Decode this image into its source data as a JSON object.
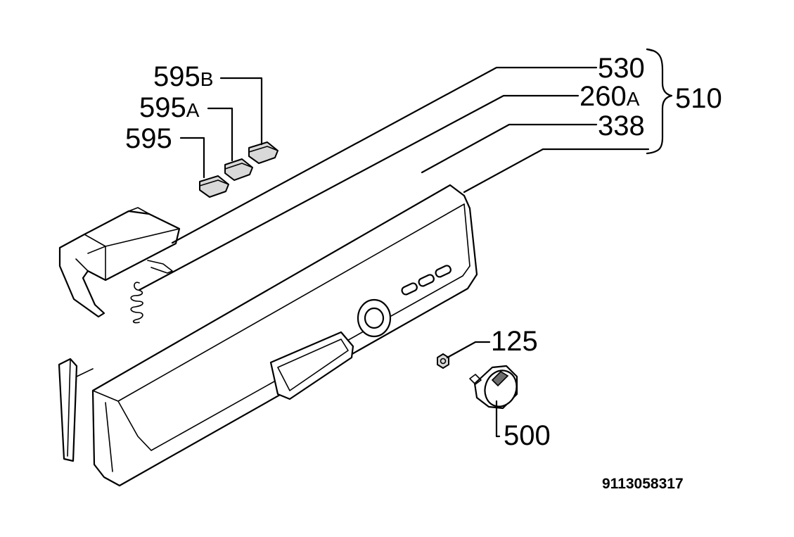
{
  "labels": {
    "p530": "530",
    "p260": "260",
    "p260_suffix": "A",
    "p338": "338",
    "p510": "510",
    "p595B": "595",
    "p595B_suffix": "B",
    "p595A": "595",
    "p595A_suffix": "A",
    "p595": "595",
    "p125": "125",
    "p500": "500"
  },
  "document_number": "9113058317",
  "parts": [
    {
      "id": "530",
      "name": "control-panel-upper-part"
    },
    {
      "id": "260A",
      "name": "spring"
    },
    {
      "id": "338",
      "name": "control-panel-front"
    },
    {
      "id": "510",
      "name": "control-panel-assembly",
      "includes": [
        "530",
        "260A",
        "338"
      ]
    },
    {
      "id": "595",
      "name": "push-button"
    },
    {
      "id": "595A",
      "name": "push-button"
    },
    {
      "id": "595B",
      "name": "push-button"
    },
    {
      "id": "125",
      "name": "nut"
    },
    {
      "id": "500",
      "name": "knob"
    }
  ],
  "colors": {
    "line": "#000000",
    "background": "#ffffff",
    "shade": "#d9d9d9"
  }
}
